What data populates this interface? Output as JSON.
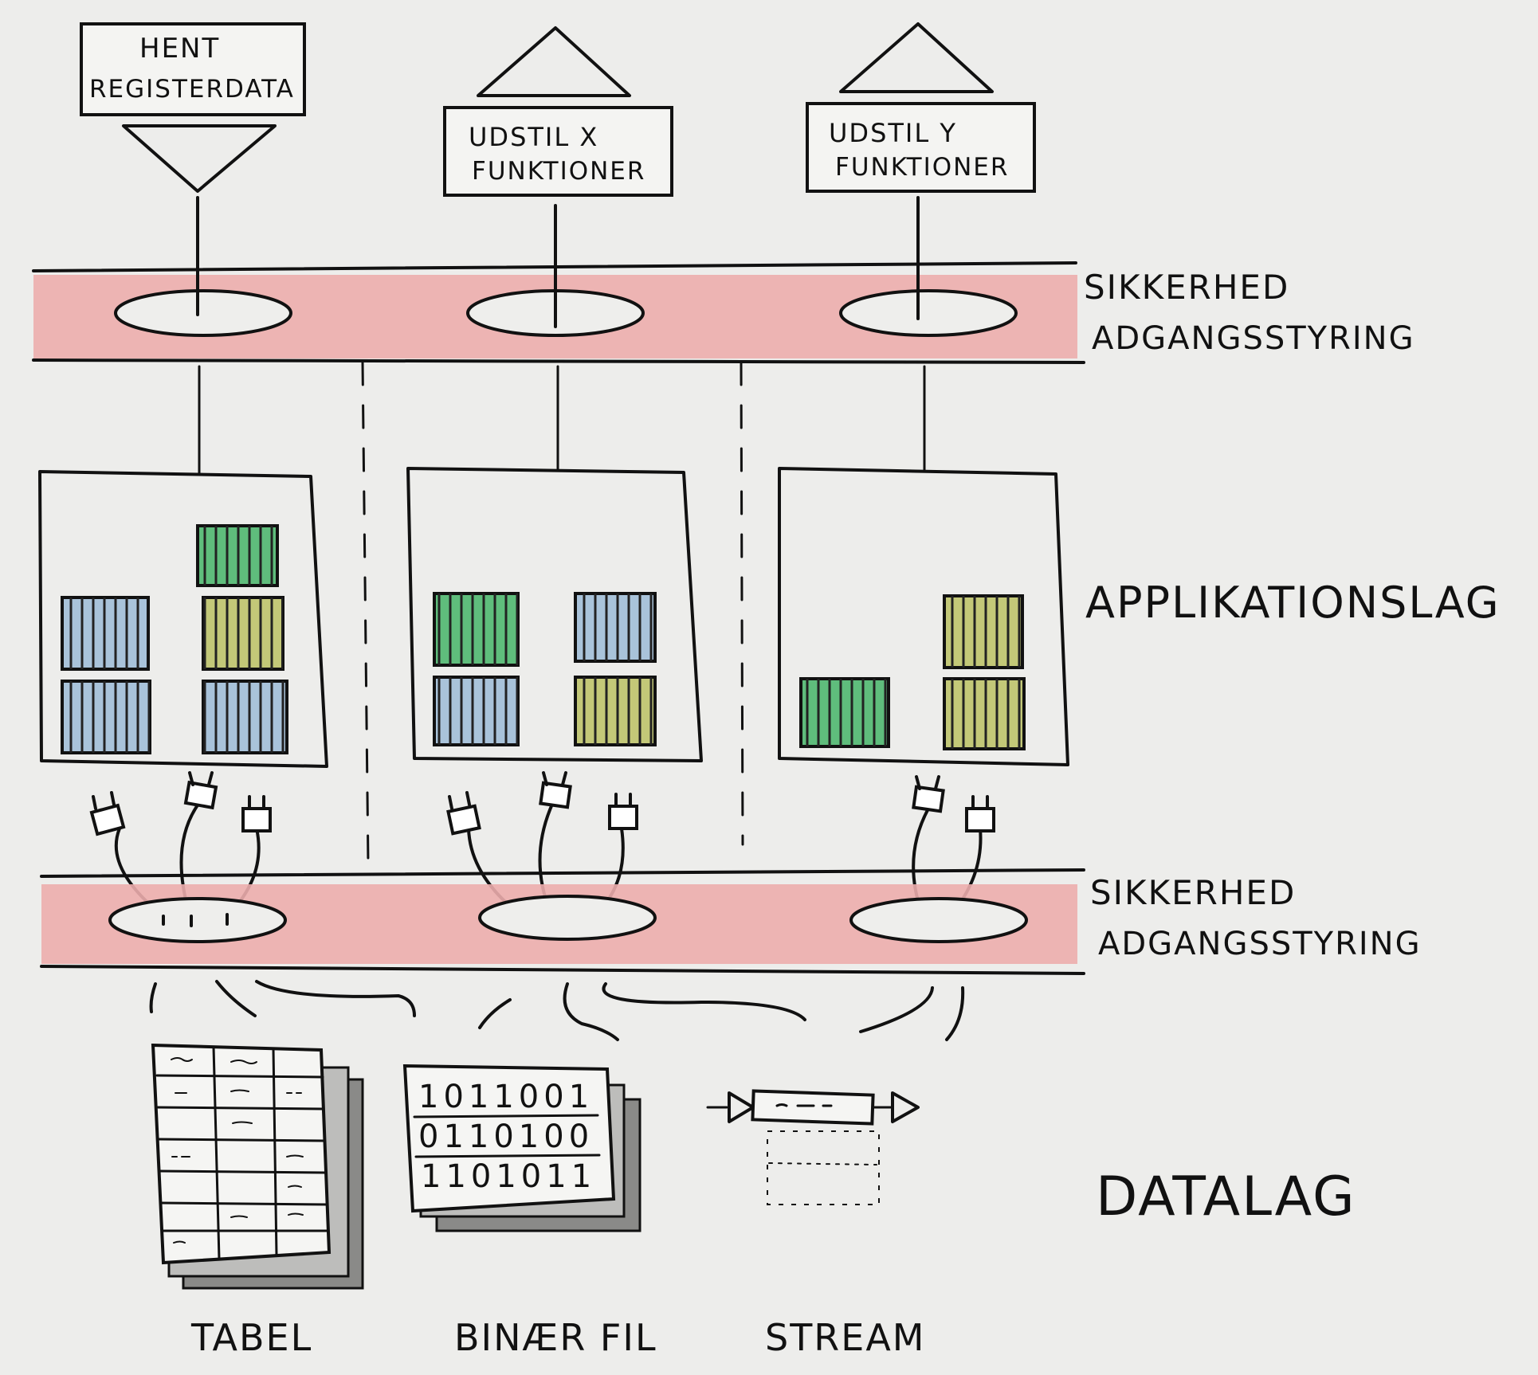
{
  "top_boxes": [
    {
      "id": "fetch",
      "label_line1": "Hent",
      "label_line2": "Registerdata"
    },
    {
      "id": "expose-x",
      "label_line1": "Udstil X",
      "label_line2": "Funktioner"
    },
    {
      "id": "expose-y",
      "label_line1": "Udstil Y",
      "label_line2": "Funktioner"
    }
  ],
  "layers": {
    "security_top": {
      "line1": "Sikkerhed",
      "line2": "Adgangsstyring"
    },
    "application": {
      "label": "Applikationslag"
    },
    "security_bottom": {
      "line1": "Sikkerhed",
      "line2": "Adgangsstyring"
    },
    "data": {
      "label": "Datalag"
    }
  },
  "binary_rows": [
    "1011001",
    "0110100",
    "1101011"
  ],
  "data_sources": [
    {
      "id": "table",
      "label": "Tabel"
    },
    {
      "id": "binary-file",
      "label": "Binær fil"
    },
    {
      "id": "stream",
      "label": "Stream"
    }
  ],
  "colors": {
    "background": "#ededeb",
    "security_band": "#ecadad",
    "block_blue": "#a9c3da",
    "block_green": "#5fbd7c",
    "block_olive": "#c3c878",
    "ink": "#111111"
  },
  "app_containers": [
    {
      "blocks": [
        "blue",
        "green",
        "olive",
        "blue",
        "blue"
      ]
    },
    {
      "blocks": [
        "green",
        "blue",
        "blue",
        "olive"
      ]
    },
    {
      "blocks": [
        "olive",
        "green",
        "olive"
      ]
    }
  ]
}
